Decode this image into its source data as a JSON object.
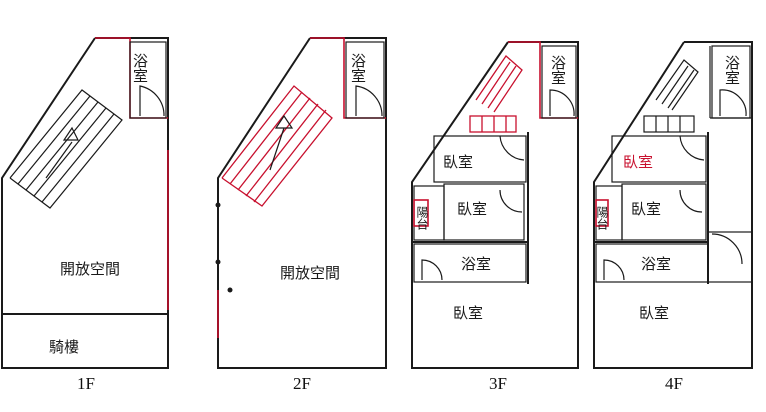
{
  "floors": [
    {
      "label": "1F",
      "rooms": {
        "bath": "浴室",
        "open_space": "開放空間",
        "stairs": "騎樓"
      }
    },
    {
      "label": "2F",
      "rooms": {
        "bath": "浴室",
        "open_space": "開放空間"
      }
    },
    {
      "label": "3F",
      "rooms": {
        "bath_top": "浴室",
        "bedroom_1": "臥室",
        "bedroom_2": "臥室",
        "small_room": "陽台",
        "bath": "浴室",
        "bedroom_main": "臥室"
      }
    },
    {
      "label": "4F",
      "rooms": {
        "bath_top": "浴室",
        "bedroom_1": "臥室",
        "bedroom_2": "臥室",
        "small_room": "陽台",
        "bath": "浴室",
        "bedroom_main": "臥室"
      }
    }
  ],
  "colors": {
    "wall": "#1a1a1a",
    "accent_red": "#c8102e"
  }
}
